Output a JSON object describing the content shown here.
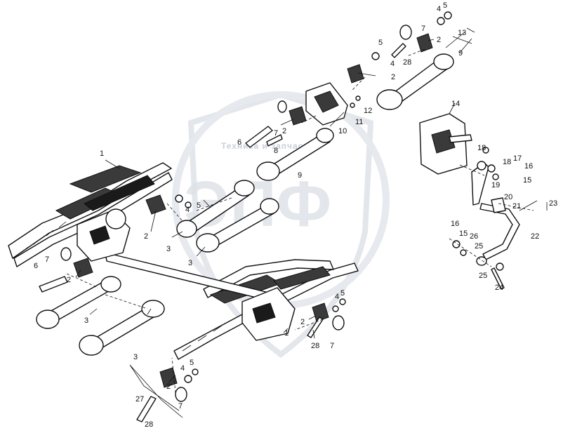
{
  "watermark": {
    "subtitle": "Техника и запчасти",
    "letters": "ЭПФ"
  },
  "callouts": [
    {
      "id": "c1a",
      "text": "1"
    },
    {
      "id": "c1b",
      "text": "1"
    },
    {
      "id": "c2a",
      "text": "2"
    },
    {
      "id": "c2b",
      "text": "2"
    },
    {
      "id": "c2c",
      "text": "2"
    },
    {
      "id": "c2d",
      "text": "2"
    },
    {
      "id": "c2e",
      "text": "2"
    },
    {
      "id": "c2f",
      "text": "2"
    },
    {
      "id": "c2g",
      "text": "2"
    },
    {
      "id": "c3a",
      "text": "3"
    },
    {
      "id": "c3b",
      "text": "3"
    },
    {
      "id": "c3c",
      "text": "3"
    },
    {
      "id": "c3d",
      "text": "3"
    },
    {
      "id": "c4a",
      "text": "4"
    },
    {
      "id": "c4b",
      "text": "4"
    },
    {
      "id": "c4c",
      "text": "4"
    },
    {
      "id": "c4d",
      "text": "4"
    },
    {
      "id": "c4e",
      "text": "4"
    },
    {
      "id": "c5a",
      "text": "5"
    },
    {
      "id": "c5b",
      "text": "5"
    },
    {
      "id": "c5c",
      "text": "5"
    },
    {
      "id": "c5d",
      "text": "5"
    },
    {
      "id": "c5e",
      "text": "5"
    },
    {
      "id": "c6a",
      "text": "6"
    },
    {
      "id": "c6b",
      "text": "6"
    },
    {
      "id": "c7a",
      "text": "7"
    },
    {
      "id": "c7b",
      "text": "7"
    },
    {
      "id": "c7c",
      "text": "7"
    },
    {
      "id": "c7d",
      "text": "7"
    },
    {
      "id": "c7e",
      "text": "7"
    },
    {
      "id": "c8",
      "text": "8"
    },
    {
      "id": "c9a",
      "text": "9"
    },
    {
      "id": "c9b",
      "text": "9"
    },
    {
      "id": "c10",
      "text": "10"
    },
    {
      "id": "c11",
      "text": "11"
    },
    {
      "id": "c12",
      "text": "12"
    },
    {
      "id": "c13",
      "text": "13"
    },
    {
      "id": "c14",
      "text": "14"
    },
    {
      "id": "c15a",
      "text": "15"
    },
    {
      "id": "c15b",
      "text": "15"
    },
    {
      "id": "c16a",
      "text": "16"
    },
    {
      "id": "c16b",
      "text": "16"
    },
    {
      "id": "c17",
      "text": "17"
    },
    {
      "id": "c18a",
      "text": "18"
    },
    {
      "id": "c18b",
      "text": "18"
    },
    {
      "id": "c19",
      "text": "19"
    },
    {
      "id": "c20",
      "text": "20"
    },
    {
      "id": "c21",
      "text": "21"
    },
    {
      "id": "c22",
      "text": "22"
    },
    {
      "id": "c23",
      "text": "23"
    },
    {
      "id": "c24",
      "text": "24"
    },
    {
      "id": "c25a",
      "text": "25"
    },
    {
      "id": "c25b",
      "text": "25"
    },
    {
      "id": "c26",
      "text": "26"
    },
    {
      "id": "c27",
      "text": "27"
    },
    {
      "id": "c28a",
      "text": "28"
    },
    {
      "id": "c28b",
      "text": "28"
    },
    {
      "id": "c28c",
      "text": "28"
    }
  ]
}
